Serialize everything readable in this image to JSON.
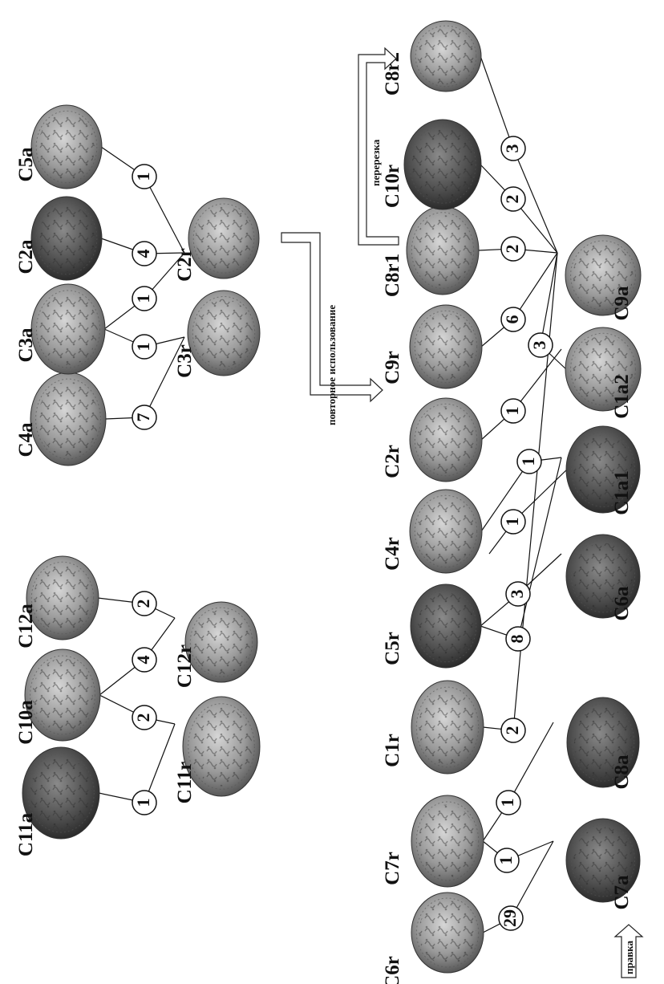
{
  "coins": [
    {
      "id": "C11a",
      "label": "C11a"
    },
    {
      "id": "C10a",
      "label": "C10a"
    },
    {
      "id": "C12a",
      "label": "C12a"
    },
    {
      "id": "C11r",
      "label": "C11r"
    },
    {
      "id": "C12r",
      "label": "C12r"
    },
    {
      "id": "C4a",
      "label": "C4a"
    },
    {
      "id": "C3a",
      "label": "C3a"
    },
    {
      "id": "C2a",
      "label": "C2a"
    },
    {
      "id": "C5a",
      "label": "C5a"
    },
    {
      "id": "C3r",
      "label": "C3r"
    },
    {
      "id": "C2r_top",
      "label": "C2r"
    },
    {
      "id": "C6r",
      "label": "C6r"
    },
    {
      "id": "C7r",
      "label": "C7r"
    },
    {
      "id": "C1r",
      "label": "C1r"
    },
    {
      "id": "C5r",
      "label": "C5r"
    },
    {
      "id": "C4r",
      "label": "C4r"
    },
    {
      "id": "C2r",
      "label": "C2r"
    },
    {
      "id": "C9r",
      "label": "C9r"
    },
    {
      "id": "C8r1",
      "label": "C8r1"
    },
    {
      "id": "C10r",
      "label": "C10r"
    },
    {
      "id": "C8r2",
      "label": "C8r2"
    },
    {
      "id": "C7a",
      "label": "C7a"
    },
    {
      "id": "C8a",
      "label": "C8a"
    },
    {
      "id": "C6a",
      "label": "C6a"
    },
    {
      "id": "C1a1",
      "label": "C1a1"
    },
    {
      "id": "C1a2",
      "label": "C1a2"
    },
    {
      "id": "C9a",
      "label": "C9a"
    }
  ],
  "die_links": [
    {
      "from": "C11a",
      "to": "C11r",
      "count": "1"
    },
    {
      "from": "C10a",
      "to": "C11r",
      "count": "2"
    },
    {
      "from": "C10a",
      "to": "C12r",
      "count": "4"
    },
    {
      "from": "C12a",
      "to": "C12r",
      "count": "2"
    },
    {
      "from": "C4a",
      "to": "C3r",
      "count": "7"
    },
    {
      "from": "C3a",
      "to": "C3r",
      "count": "1"
    },
    {
      "from": "C3a",
      "to": "C2r_top",
      "count": "1"
    },
    {
      "from": "C2a",
      "to": "C2r_top",
      "count": "4"
    },
    {
      "from": "C5a",
      "to": "C2r_top",
      "count": "1"
    },
    {
      "from": "C6r",
      "to": "C7a",
      "count": "29"
    },
    {
      "from": "C7r",
      "to": "C7a",
      "count": "1"
    },
    {
      "from": "C7r",
      "to": "C8a",
      "count": "1"
    },
    {
      "from": "C1r",
      "to": "C9a",
      "count": "2"
    },
    {
      "from": "C5r",
      "to": "C1a1",
      "count": "8"
    },
    {
      "from": "C5r",
      "to": "C6a",
      "count": "3"
    },
    {
      "from": "C4r",
      "to": "C1a1",
      "count": "1"
    },
    {
      "from": "C2r",
      "to": "C1a2",
      "count": "1"
    },
    {
      "from": "C9r",
      "to": "C9a",
      "count": "6"
    },
    {
      "from": "C8r1",
      "to": "C9a",
      "count": "2"
    },
    {
      "from": "C10r",
      "to": "C9a",
      "count": "2"
    },
    {
      "from": "C8r2",
      "to": "C9a",
      "count": "3"
    },
    {
      "from": "C1a1",
      "to": "C5r",
      "count": "1"
    },
    {
      "from": "C1a2",
      "to": "C9a",
      "count": "3"
    }
  ],
  "annotations": {
    "reuse": "повторное использование",
    "recut": "перерезка",
    "correction": "правка"
  }
}
